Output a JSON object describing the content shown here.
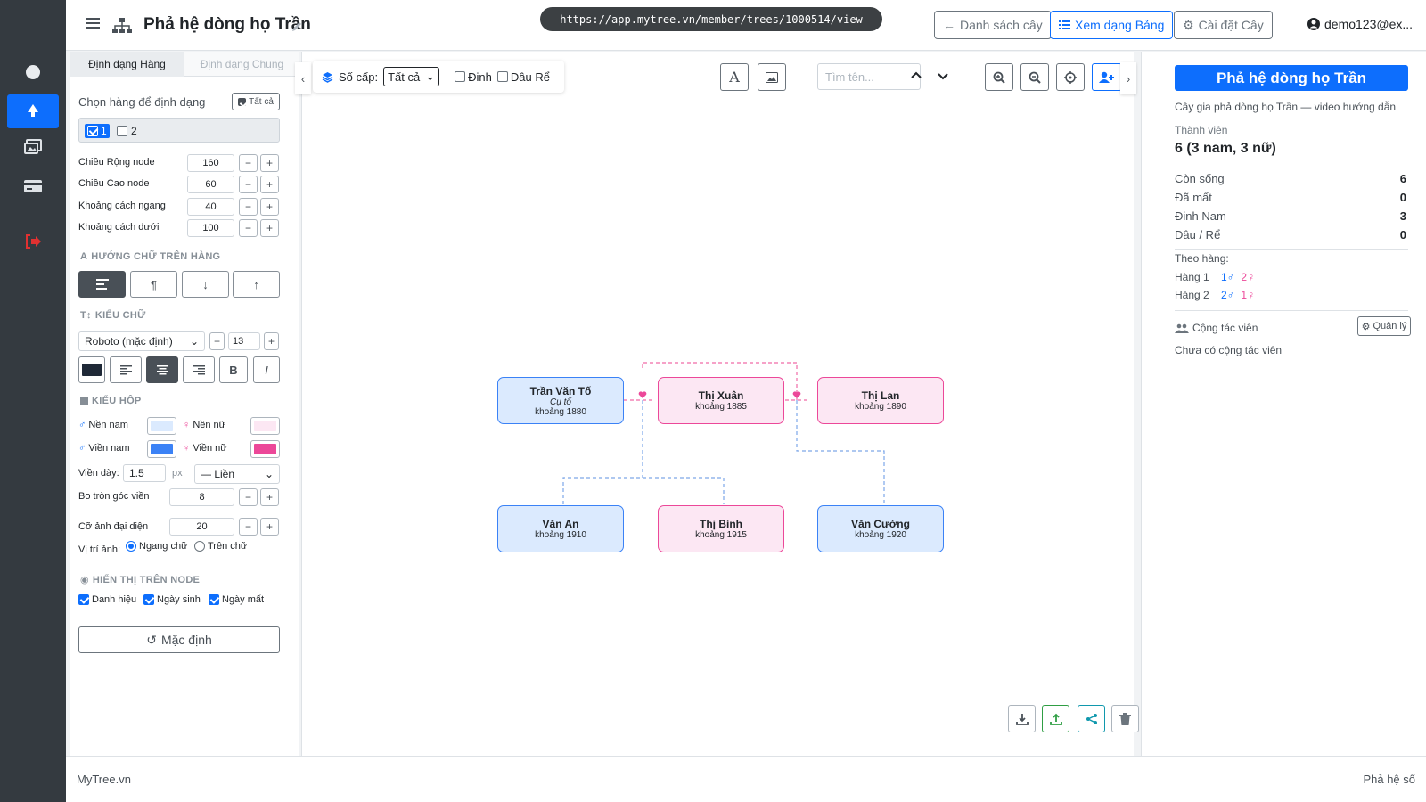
{
  "browser": {
    "url": "https://app.mytree.vn/member/trees/1000514/view"
  },
  "header": {
    "title": "Phả hệ dòng họ Trần",
    "btn_list": "Danh sách cây",
    "btn_table": "Xem dạng Bảng",
    "btn_settings": "Cài đặt Cây",
    "user": "demo123@ex..."
  },
  "left_panel": {
    "tab_row": "Định dạng Hàng",
    "tab_general": "Định dạng Chung",
    "choose_label": "Chọn hàng để định dạng",
    "all_btn": "Tất cả",
    "rows": [
      "1",
      "2"
    ],
    "fields": [
      {
        "label": "Chiều Rộng node",
        "value": "160"
      },
      {
        "label": "Chiều Cao node",
        "value": "60"
      },
      {
        "label": "Khoảng cách ngang",
        "value": "40"
      },
      {
        "label": "Khoảng cách dưới",
        "value": "100"
      }
    ],
    "text_dir_title": "HƯỚNG CHỮ TRÊN HÀNG",
    "font_title": "KIỂU CHỮ",
    "font_name": "Roboto (mặc định)",
    "font_size": "13",
    "bold": "B",
    "italic": "I",
    "box_title": "KIỂU HỘP",
    "bg_male": "Nền nam",
    "bg_female": "Nền nữ",
    "border_male": "Viền nam",
    "border_female": "Viền nữ",
    "colors": {
      "bg_male": "#dbeafe",
      "bg_female": "#fce7f3",
      "border_male": "#3b82f6",
      "border_female": "#ec4899"
    },
    "border_width_label": "Viền dày:",
    "border_width": "1.5",
    "px": "px",
    "border_style": "— Liền",
    "radius_label": "Bo tròn góc viền",
    "radius": "8",
    "avatar_label": "Cỡ ảnh đại diện",
    "avatar": "20",
    "img_pos_label": "Vị trí ảnh:",
    "img_pos_options": [
      "Ngang chữ",
      "Trên chữ"
    ],
    "display_title": "HIỂN THỊ TRÊN NODE",
    "display_options": [
      "Danh hiệu",
      "Ngày sinh",
      "Ngày mất"
    ],
    "reset": "Mặc định"
  },
  "canvas": {
    "level_label": "Số cấp:",
    "level_value": "Tất cả",
    "filter_dinh": "Đinh",
    "filter_dau": "Dâu Rể",
    "search_placeholder": "Tìm tên...",
    "nodes": [
      {
        "name": "Trần Văn Tố",
        "title": "Cụ tổ",
        "year": "khoảng 1880",
        "gender": "m"
      },
      {
        "name": "Thị Xuân",
        "year": "khoảng 1885",
        "gender": "f"
      },
      {
        "name": "Thị Lan",
        "year": "khoảng 1890",
        "gender": "f"
      },
      {
        "name": "Văn An",
        "year": "khoảng 1910",
        "gender": "m"
      },
      {
        "name": "Thị Bình",
        "year": "khoảng 1915",
        "gender": "f"
      },
      {
        "name": "Văn Cường",
        "year": "khoảng 1920",
        "gender": "m"
      }
    ]
  },
  "right_panel": {
    "title": "Phả hệ dòng họ Trần",
    "subtitle": "Cây gia phả dòng họ Trần — video hướng dẫn",
    "members_label": "Thành viên",
    "members_value": "6 (3 nam, 3 nữ)",
    "stats": [
      {
        "label": "Còn sống",
        "value": "6"
      },
      {
        "label": "Đã mất",
        "value": "0"
      },
      {
        "label": "Đinh Nam",
        "value": "3"
      },
      {
        "label": "Dâu / Rể",
        "value": "0"
      }
    ],
    "by_row_label": "Theo hàng:",
    "by_row": [
      {
        "label": "Hàng 1",
        "male": "1♂",
        "female": "2♀"
      },
      {
        "label": "Hàng 2",
        "male": "2♂",
        "female": "1♀"
      }
    ],
    "collab_label": "Cộng tác viên",
    "manage": "Quản lý",
    "no_collab": "Chưa có cộng tác viên"
  },
  "footer": {
    "brand": "MyTree.vn",
    "right": "Phả hệ số"
  }
}
